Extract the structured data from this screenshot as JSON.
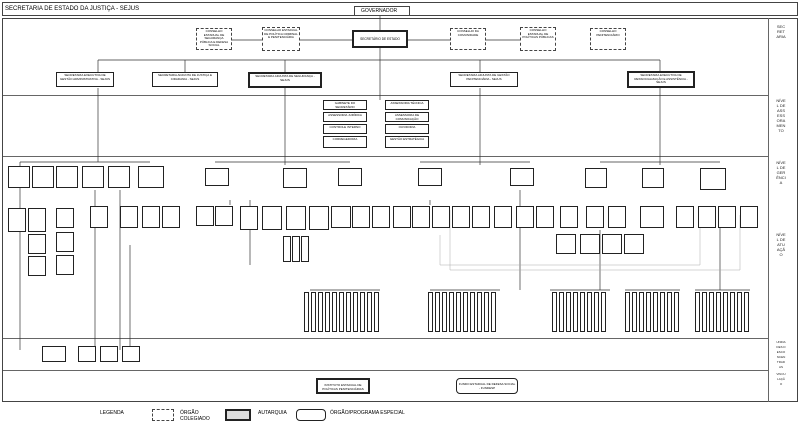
{
  "header": {
    "title": "SECRETARIA DE ESTADO DA JUSTIÇA - SEJUS",
    "center_label": "GOVERNADOR"
  },
  "sidebar": {
    "bands": [
      "SECRETARIA",
      "NÍVEL DE ASSESSORAMENTO",
      "NÍVEL DE GERÊNCIA",
      "NÍVEL DE ATUAÇÃO",
      "UNIDADES DESCONCENTRADAS",
      "VINCULAÇÃO"
    ]
  },
  "top": {
    "center": "SECRETÁRIO DE ESTADO",
    "councils": [
      "CONSELHO ESTADUAL DE SEGURANÇA PÚBLICA E DEFESA SOCIAL",
      "CONSELHO ESTADUAL DE POLÍTICA CRIMINAL E PENITENCIÁRIA",
      "CONSELHO DA COMUNIDADE",
      "CONSELHO ESTADUAL DE POLÍTICAS PÚBLICAS",
      "CONSELHO PENITENCIÁRIO"
    ]
  },
  "level2": [
    "SECRETARIA EXECUTIVA DE GESTÃO ADMINISTRATIVA - SEJUS",
    "SECRETARIA ADJUNTA DE JUSTIÇA E CIDADANIA - SEJUS",
    "SECRETARIA ADJUNTA DE SEGURANÇA - SEJUS",
    "SECRETARIA ADJUNTA DE GESTÃO PENITENCIÁRIA - SEJUS",
    "SECRETARIA EXECUTIVA DE RESSOCIALIZAÇÃO E ASSISTÊNCIA - SEJUS"
  ],
  "assessment": [
    "GABINETE DO SECRETÁRIO",
    "ASSESSORIA TÉCNICA",
    "ASSESSORIA JURÍDICA",
    "ASSESSORIA DE COMUNICAÇÃO",
    "CONTROLE INTERNO",
    "OUVIDORIA",
    "CORREGEDORIA",
    "GESTÃO ESTRATÉGICA"
  ],
  "footer": {
    "box_left": "INSTITUTO ESTADUAL DE POLÍTICAS PENITENCIÁRIAS",
    "box_right": "FUNDO ESTADUAL DE DEFESA SOCIAL - FUNDESP"
  },
  "legend": {
    "title": "LEGENDA",
    "item1": "ÓRGÃO COLEGIADO",
    "item2": "AUTARQUIA",
    "item3": "ÓRGÃO/PROGRAMA ESPECIAL"
  }
}
